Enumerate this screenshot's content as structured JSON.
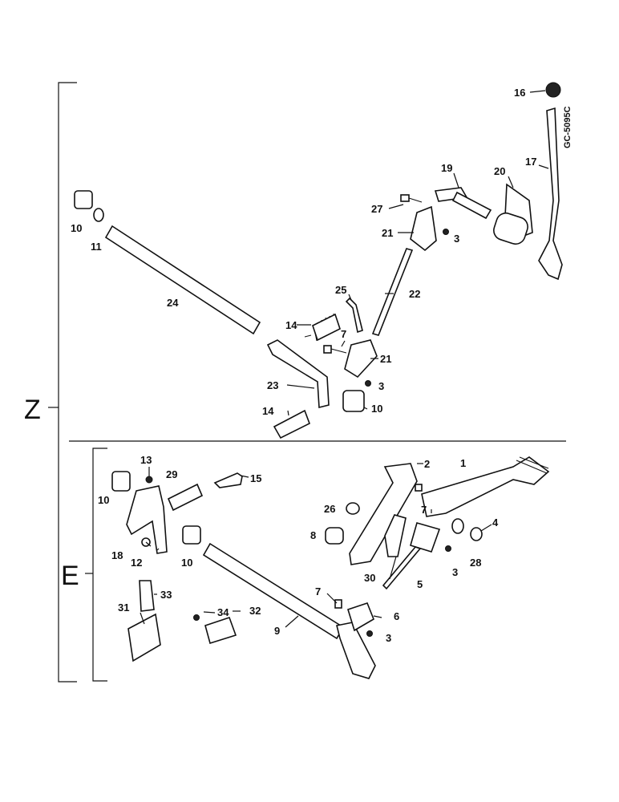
{
  "sections": [
    {
      "id": "z",
      "letter": "Z"
    },
    {
      "id": "e",
      "letter": "E"
    }
  ],
  "drawing_code": "GC-5095C",
  "callouts": [
    {
      "id": "16a",
      "num": "16"
    },
    {
      "id": "17a",
      "num": "17"
    },
    {
      "id": "19a",
      "num": "19"
    },
    {
      "id": "20a",
      "num": "20"
    },
    {
      "id": "27a",
      "num": "27"
    },
    {
      "id": "21a",
      "num": "21"
    },
    {
      "id": "3a",
      "num": "3"
    },
    {
      "id": "10a",
      "num": "10"
    },
    {
      "id": "11a",
      "num": "11"
    },
    {
      "id": "24a",
      "num": "24"
    },
    {
      "id": "22a",
      "num": "22"
    },
    {
      "id": "25a",
      "num": "25"
    },
    {
      "id": "14a",
      "num": "14"
    },
    {
      "id": "7a",
      "num": "7"
    },
    {
      "id": "21b",
      "num": "21"
    },
    {
      "id": "23a",
      "num": "23"
    },
    {
      "id": "3b",
      "num": "3"
    },
    {
      "id": "14b",
      "num": "14"
    },
    {
      "id": "10b",
      "num": "10"
    },
    {
      "id": "13a",
      "num": "13"
    },
    {
      "id": "29a",
      "num": "29"
    },
    {
      "id": "15a",
      "num": "15"
    },
    {
      "id": "2a",
      "num": "2"
    },
    {
      "id": "1a",
      "num": "1"
    },
    {
      "id": "10c",
      "num": "10"
    },
    {
      "id": "7b",
      "num": "7"
    },
    {
      "id": "26a",
      "num": "26"
    },
    {
      "id": "4a",
      "num": "4"
    },
    {
      "id": "8a",
      "num": "8"
    },
    {
      "id": "18a",
      "num": "18"
    },
    {
      "id": "12a",
      "num": "12"
    },
    {
      "id": "10d",
      "num": "10"
    },
    {
      "id": "28a",
      "num": "28"
    },
    {
      "id": "3c",
      "num": "3"
    },
    {
      "id": "30a",
      "num": "30"
    },
    {
      "id": "5a",
      "num": "5"
    },
    {
      "id": "33a",
      "num": "33"
    },
    {
      "id": "7c",
      "num": "7"
    },
    {
      "id": "31a",
      "num": "31"
    },
    {
      "id": "34a",
      "num": "34"
    },
    {
      "id": "32a",
      "num": "32"
    },
    {
      "id": "6a",
      "num": "6"
    },
    {
      "id": "9a",
      "num": "9"
    },
    {
      "id": "3d",
      "num": "3"
    }
  ]
}
